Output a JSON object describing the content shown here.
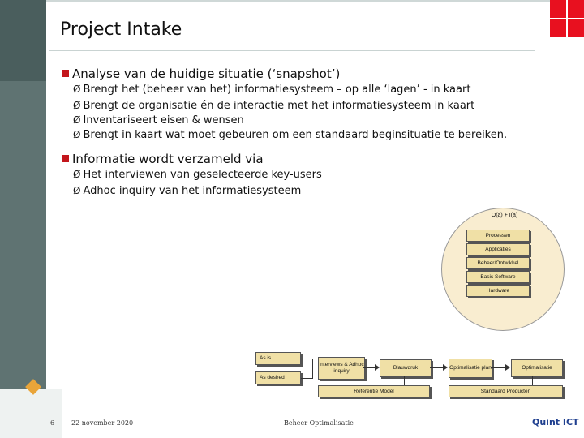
{
  "slide": {
    "title": "Project Intake",
    "bullets": [
      {
        "text": "Analyse van de huidige situatie (‘snapshot’)",
        "subs": [
          "Brengt het (beheer van het) informatiesysteem – op alle ‘lagen’ - in kaart",
          "Brengt de organisatie én de interactie met het informatiesysteem in kaart",
          "Inventariseert eisen & wensen",
          "Brengt in kaart wat moet gebeuren om een standaard beginsituatie te bereiken."
        ]
      },
      {
        "text": "Informatie wordt verzameld via",
        "subs": [
          "Het interviewen van geselecteerde key-users",
          "Adhoc inquiry van het informatiesysteem"
        ]
      }
    ],
    "arrow_glyph": "Ø"
  },
  "diagram": {
    "stack_title": "O(a) + I(a)",
    "layers": [
      "Processen",
      "Applicaties",
      "Beheer/Ontwikkel",
      "Basis Software",
      "Hardware"
    ],
    "as_is": "As is",
    "as_desired": "As desired",
    "interviews": "Interviews & Adhoc inquiry",
    "blauwdruk": "Blauwdruk",
    "optimalisatie_plan": "Optimalisatie plan",
    "optimalisatie": "Optimalisatie",
    "referentie_model": "Referentie Model",
    "standaard_producten": "Standaard Producten",
    "colors": {
      "box_fill": "#f0e0a6",
      "circle_fill": "#f9edd0"
    }
  },
  "footer": {
    "page_number": "6",
    "date": "22 november 2020",
    "center": "Beheer Optimalisatie",
    "brand": "Quint ICT"
  },
  "colors": {
    "sidebar": "#5f7372",
    "bullet": "#c3161c",
    "logo": "#e8101f",
    "diamond": "#e9a53a",
    "brand": "#1f3f8f"
  }
}
